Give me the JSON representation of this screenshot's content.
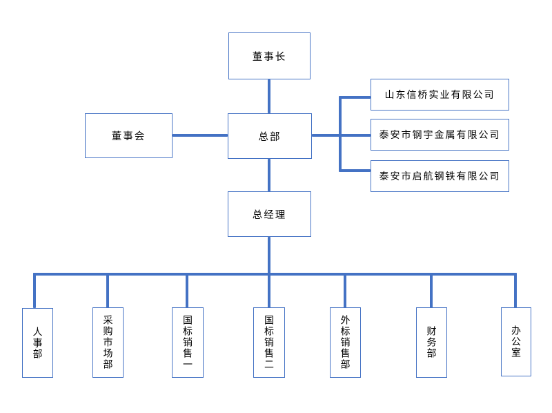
{
  "colors": {
    "connector": "#4472C4",
    "border": "#4472C4",
    "text": "#000000",
    "background": "#ffffff"
  },
  "org": {
    "chairman": {
      "label": "董事长"
    },
    "board": {
      "label": "董事会"
    },
    "headquarters": {
      "label": "总部"
    },
    "general_manager": {
      "label": "总经理"
    },
    "companies": [
      {
        "label": "山东信桥实业有限公司"
      },
      {
        "label": "泰安市钢宇金属有限公司"
      },
      {
        "label": "泰安市启航钢铁有限公司"
      }
    ],
    "departments": [
      {
        "label": "人事部"
      },
      {
        "label": "采购市场部"
      },
      {
        "label": "国标销售一"
      },
      {
        "label": "国标销售二"
      },
      {
        "label": "外标销售部"
      },
      {
        "label": "财务部"
      },
      {
        "label": "办公室"
      }
    ]
  }
}
